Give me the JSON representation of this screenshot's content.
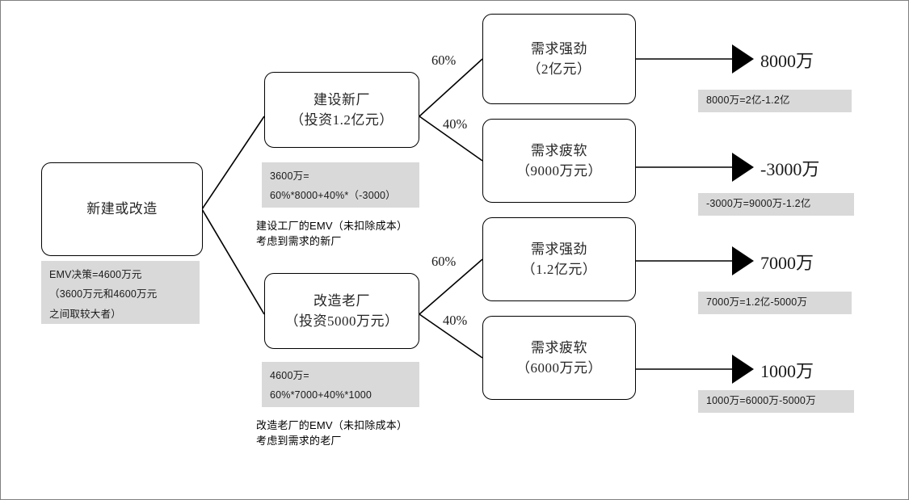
{
  "diagram": {
    "type": "decision-tree",
    "colors": {
      "annotation_bg": "#d9d9d9",
      "node_border": "#000000",
      "edge": "#000000",
      "page_border": "#808080",
      "text": "#1a1a1a"
    },
    "root": {
      "label": "新建或改造",
      "annotation": [
        "EMV决策=4600万元",
        "（3600万元和4600万元",
        "之间取较大者）"
      ]
    },
    "decisions": [
      {
        "line1": "建设新厂",
        "line2": "（投资1.2亿元）",
        "annotation": [
          "3600万=",
          "60%*8000+40%*（-3000）"
        ],
        "caption": [
          "建设工厂的EMV（未扣除成本）",
          "考虑到需求的新厂"
        ]
      },
      {
        "line1": "改造老厂",
        "line2": "（投资5000万元）",
        "annotation": [
          "4600万=",
          "60%*7000+40%*1000"
        ],
        "caption": [
          "改造老厂的EMV（未扣除成本）",
          "考虑到需求的老厂"
        ]
      }
    ],
    "outcomes": [
      {
        "probability": "60%",
        "line1": "需求强劲",
        "line2": "（2亿元）",
        "payoff": "8000万",
        "payoff_formula": "8000万=2亿-1.2亿"
      },
      {
        "probability": "40%",
        "line1": "需求疲软",
        "line2": "（9000万元）",
        "payoff": "-3000万",
        "payoff_formula": "-3000万=9000万-1.2亿"
      },
      {
        "probability": "60%",
        "line1": "需求强劲",
        "line2": "（1.2亿元）",
        "payoff": "7000万",
        "payoff_formula": "7000万=1.2亿-5000万"
      },
      {
        "probability": "40%",
        "line1": "需求疲软",
        "line2": "（6000万元）",
        "payoff": "1000万",
        "payoff_formula": "1000万=6000万-5000万"
      }
    ]
  }
}
